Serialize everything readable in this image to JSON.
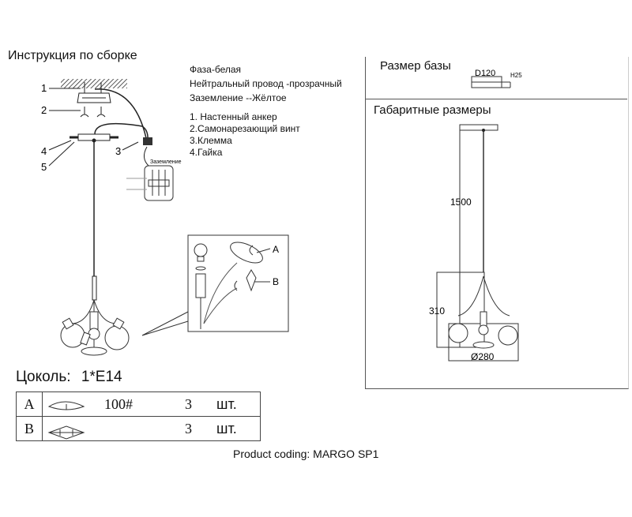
{
  "title": "Инструкция по сборке",
  "wiring": {
    "phase": "Фаза-белая",
    "neutral": "Нейтральный провод -прозрачный",
    "ground": "Заземление --Жёлтое"
  },
  "parts_list": [
    "1. Настенный анкер",
    "2.Самонарезающий винт",
    "3.Клемма",
    "4.Гайка"
  ],
  "callouts": [
    "1",
    "2",
    "3",
    "4",
    "5"
  ],
  "terminal_label": "Заземление",
  "detail_labels": [
    "A",
    "B"
  ],
  "base_size": {
    "label": "Размер базы",
    "diameter": "D120",
    "height": "H25"
  },
  "overall_dimensions": {
    "label": "Габаритные размеры",
    "cable_length": "1500",
    "body_height": "310",
    "diameter": "Ø280"
  },
  "socket": {
    "label": "Цоколь:",
    "value": "1*E14"
  },
  "components": [
    {
      "letter": "A",
      "icon": "glass-shade-icon",
      "code": "100#",
      "qty": "3",
      "unit": "шт."
    },
    {
      "letter": "B",
      "icon": "mounting-bracket-icon",
      "code": "",
      "qty": "3",
      "unit": "шт."
    }
  ],
  "product_coding": "Product coding: MARGO SP1"
}
